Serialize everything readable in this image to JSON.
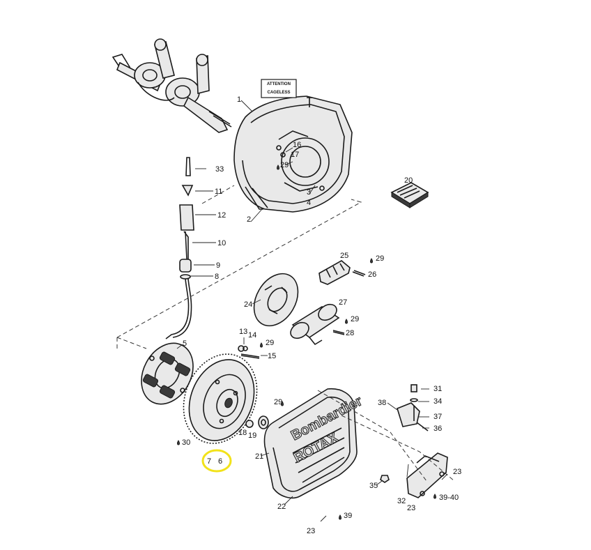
{
  "highlight_color": "#f2e21a",
  "notice": {
    "line1": "ATTENTION",
    "line2": "",
    "line3": "CAGELESS",
    "line4": ""
  },
  "brand": {
    "line1": "Bombardier",
    "line2": "ROTAX"
  },
  "callouts": [
    "1",
    "2",
    "3",
    "4",
    "5",
    "6",
    "7",
    "8",
    "9",
    "10",
    "11",
    "12",
    "13",
    "14",
    "15",
    "16",
    "17",
    "18",
    "19",
    "20",
    "21",
    "22",
    "23",
    "23",
    "23",
    "24",
    "25",
    "26",
    "27",
    "28",
    "29",
    "29",
    "29",
    "29",
    "29",
    "30",
    "31",
    "32",
    "33",
    "34",
    "35",
    "36",
    "37",
    "38",
    "39",
    "39-40"
  ],
  "highlighted_callouts": [
    "7",
    "6"
  ]
}
